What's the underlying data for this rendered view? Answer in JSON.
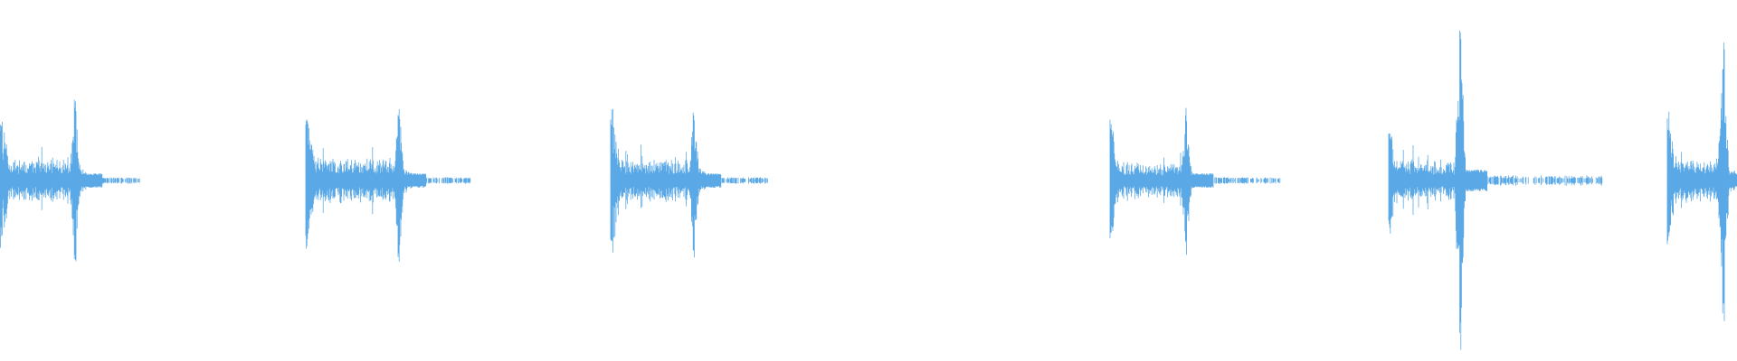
{
  "waveform": {
    "color": "#5aa9e6",
    "background": "#ffffff",
    "events": [
      {
        "id": "event-1",
        "seed": 11,
        "body_amp": 0.12,
        "onset_amp": 0.42,
        "mid_amp": 0.45,
        "tail_amp": 0.02
      },
      {
        "id": "event-2",
        "seed": 23,
        "body_amp": 0.13,
        "onset_amp": 0.43,
        "mid_amp": 0.45,
        "tail_amp": 0.02
      },
      {
        "id": "event-3",
        "seed": 37,
        "body_amp": 0.12,
        "onset_amp": 0.48,
        "mid_amp": 0.43,
        "tail_amp": 0.02
      },
      {
        "id": "event-4",
        "seed": 51,
        "body_amp": 0.1,
        "onset_amp": 0.37,
        "mid_amp": 0.42,
        "tail_amp": 0.02
      },
      {
        "id": "event-5",
        "seed": 67,
        "body_amp": 0.12,
        "onset_amp": 0.35,
        "mid_amp": 0.95,
        "tail_amp": 0.03
      },
      {
        "id": "event-6",
        "seed": 83,
        "body_amp": 0.13,
        "onset_amp": 0.4,
        "mid_amp": 0.8,
        "tail_amp": 0.02
      }
    ]
  }
}
